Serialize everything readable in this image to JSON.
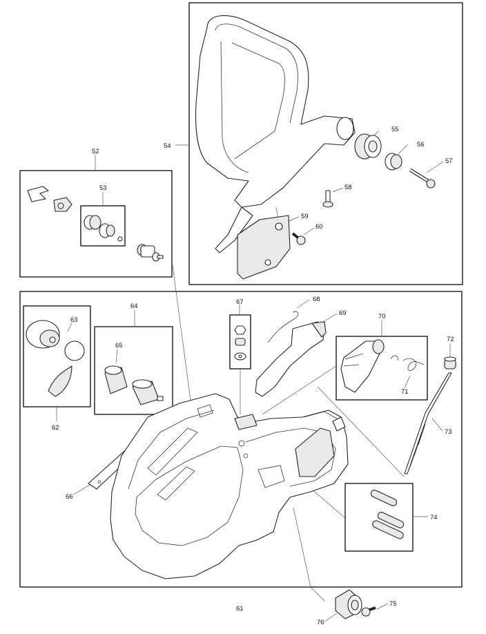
{
  "callouts": {
    "c52": "52",
    "c53": "53",
    "c54": "54",
    "c55": "55",
    "c56": "56",
    "c57": "57",
    "c58": "58",
    "c59": "59",
    "c60": "60",
    "c61": "61",
    "c62": "62",
    "c63": "63",
    "c64": "64",
    "c65": "65",
    "c66": "66",
    "c67": "67",
    "c68": "68",
    "c69": "69",
    "c70": "70",
    "c71": "71",
    "c72": "72",
    "c73": "73",
    "c74": "74",
    "c75": "75",
    "c76": "76"
  },
  "colors": {
    "line": "#1a1a1a",
    "shade": "#e9e9e9",
    "background": "#ffffff"
  }
}
